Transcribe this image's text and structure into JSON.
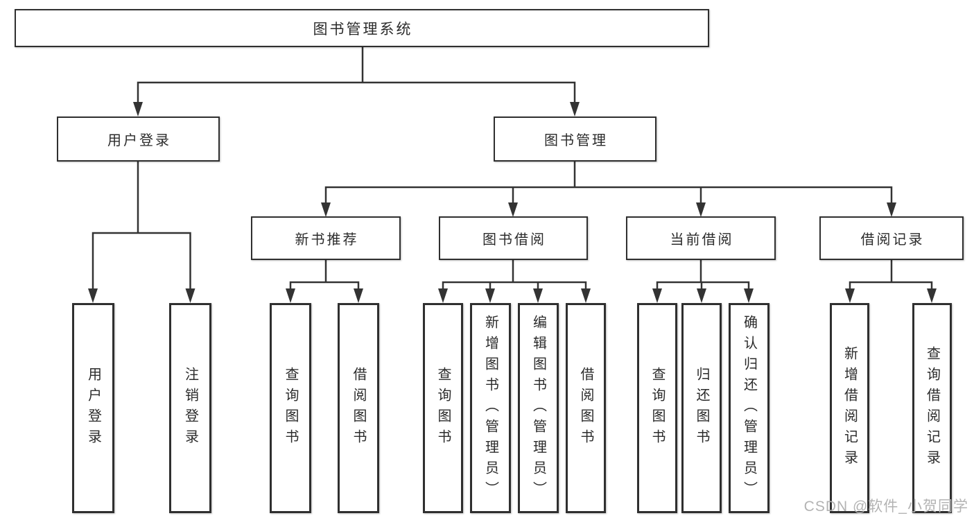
{
  "diagram": {
    "type": "hierarchy-tree",
    "colors": {
      "background": "#ffffff",
      "line": "#333333",
      "box_border": "#2f2f2f",
      "text": "#2b2b2b",
      "watermark": "#b3b3b3"
    },
    "nodes": {
      "root": "图书管理系统",
      "userLogin": "用户登录",
      "bookManagement": "图书管理",
      "newBookRecommend": "新书推荐",
      "bookBorrow": "图书借阅",
      "currentBorrow": "当前借阅",
      "borrowRecords": "借阅记录",
      "leafUserLogin": "用户登录",
      "leafLogoutLogin": "注销登录",
      "leafQueryBooksA": "查询图书",
      "leafBorrowBooksA": "借阅图书",
      "leafQueryBooksB": "查询图书",
      "leafAddBooks": "新增图书（管理员）",
      "leafEditBooks": "编辑图书（管理员）",
      "leafBorrowBooksB": "借阅图书",
      "leafQueryBooksC": "查询图书",
      "leafReturnBooks": "归还图书",
      "leafConfirmReturn": "确认归还（管理员）",
      "leafAddBorrowRecord": "新增借阅记录",
      "leafQueryBorrowRecord": "查询借阅记录"
    },
    "edges": [
      [
        "图书管理系统",
        "用户登录"
      ],
      [
        "图书管理系统",
        "图书管理"
      ],
      [
        "用户登录",
        "用户登录(叶)"
      ],
      [
        "用户登录",
        "注销登录"
      ],
      [
        "图书管理",
        "新书推荐"
      ],
      [
        "图书管理",
        "图书借阅"
      ],
      [
        "图书管理",
        "当前借阅"
      ],
      [
        "图书管理",
        "借阅记录"
      ],
      [
        "新书推荐",
        "查询图书"
      ],
      [
        "新书推荐",
        "借阅图书"
      ],
      [
        "图书借阅",
        "查询图书"
      ],
      [
        "图书借阅",
        "新增图书（管理员）"
      ],
      [
        "图书借阅",
        "编辑图书（管理员）"
      ],
      [
        "图书借阅",
        "借阅图书"
      ],
      [
        "当前借阅",
        "查询图书"
      ],
      [
        "当前借阅",
        "归还图书"
      ],
      [
        "当前借阅",
        "确认归还（管理员）"
      ],
      [
        "借阅记录",
        "新增借阅记录"
      ],
      [
        "借阅记录",
        "查询借阅记录"
      ]
    ],
    "watermark": "CSDN @软件_小贺同学"
  }
}
